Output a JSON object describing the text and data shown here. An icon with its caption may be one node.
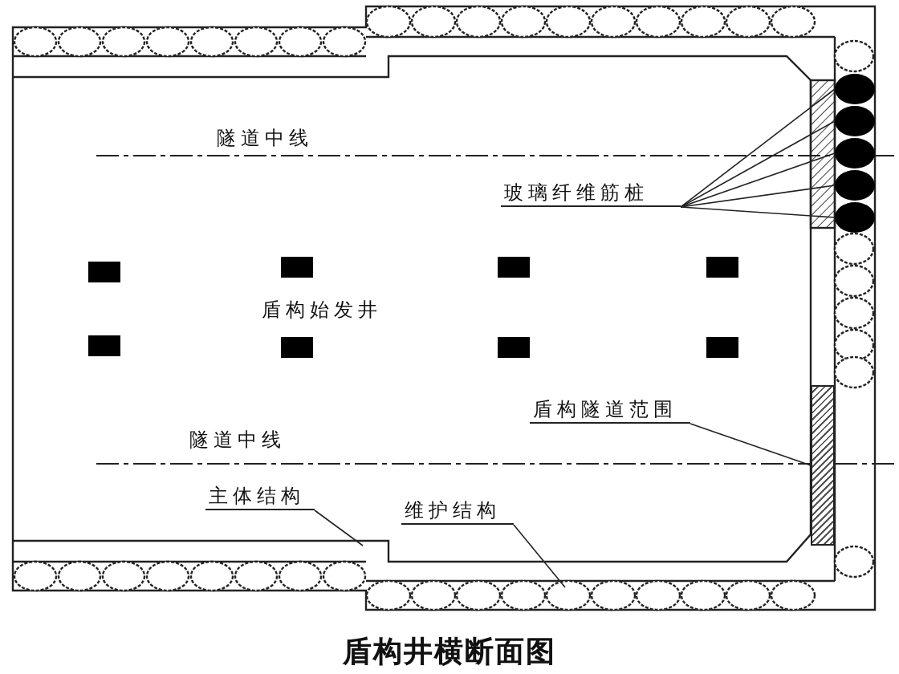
{
  "diagram": {
    "title": "盾构井横断面图",
    "nodes": [
      {
        "text": [
          "玻璃纤维筋桩"
        ]
      },
      {
        "text": [],
        "shape": "circle"
      },
      {
        "text": [],
        "shape": "circle"
      },
      {
        "text": [],
        "shape": "circle"
      },
      {
        "text": [],
        "shape": "circle"
      },
      {
        "text": [],
        "shape": "circle"
      },
      {
        "text": [
          "盾构隧道范围"
        ]
      },
      {
        "text": [],
        "shape": "box"
      },
      {
        "text": [
          "主体结构"
        ]
      },
      {
        "text": [
          "维护结构"
        ]
      }
    ],
    "edges": [
      {
        "from": 0,
        "to": 1,
        "arrow": "none"
      },
      {
        "from": 0,
        "to": 2,
        "arrow": "none"
      },
      {
        "from": 0,
        "to": 3,
        "arrow": "none"
      },
      {
        "from": 0,
        "to": 4,
        "arrow": "none"
      },
      {
        "from": 0,
        "to": 5,
        "arrow": "none"
      },
      {
        "from": 6,
        "to": 7,
        "arrow": "none"
      },
      {
        "from": 8,
        "to": null,
        "arrow": "none"
      },
      {
        "from": 9,
        "to": null,
        "arrow": "none"
      }
    ],
    "labels": [
      "隧道中线",
      "盾构始发井",
      "隧道中线"
    ]
  }
}
